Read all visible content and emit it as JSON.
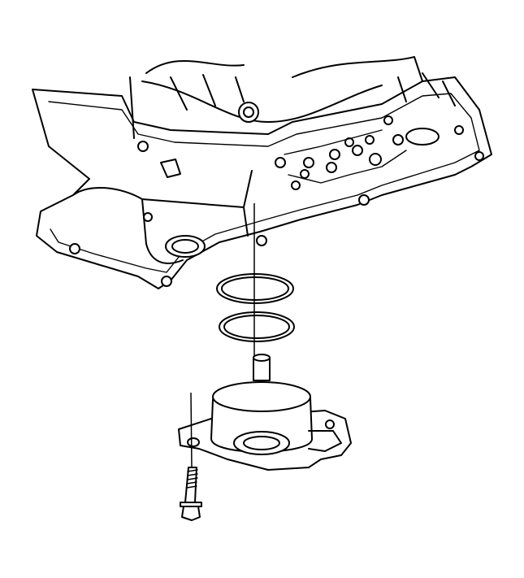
{
  "diagram": {
    "parts": [
      {
        "id": "transmission-case",
        "icon": "transmission-case-underside"
      },
      {
        "id": "seal-rings",
        "icon": "o-ring-pair"
      },
      {
        "id": "filter-assembly",
        "icon": "oil-filter-housing"
      },
      {
        "id": "retaining-bolt",
        "icon": "flange-bolt"
      }
    ],
    "colors": {
      "line": "#000000",
      "background": "#ffffff"
    }
  }
}
